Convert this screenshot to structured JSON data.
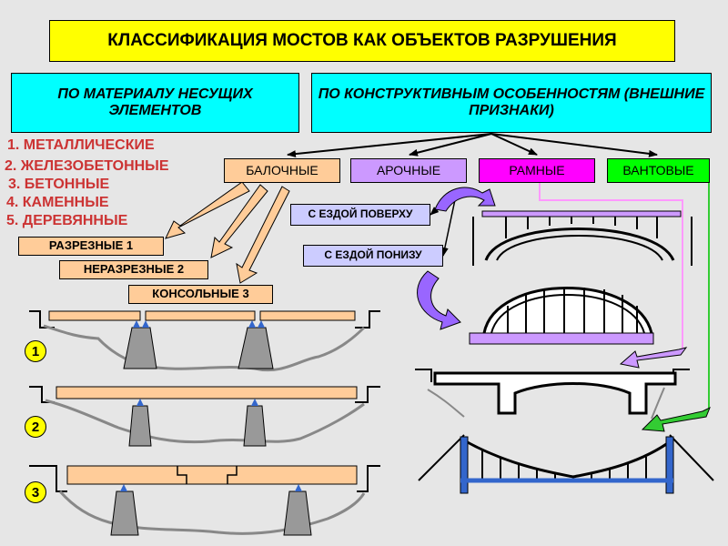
{
  "title": "КЛАССИФИКАЦИЯ МОСТОВ КАК ОБЪЕКТОВ РАЗРУШЕНИЯ",
  "by_material": {
    "header": "ПО МАТЕРИАЛУ  НЕСУЩИХ ЭЛЕМЕНТОВ",
    "items": [
      "1. МЕТАЛЛИЧЕСКИЕ",
      "2. ЖЕЛЕЗОБЕТОННЫЕ",
      "3. БЕТОННЫЕ",
      "4. КАМЕННЫЕ",
      "5. ДЕРЕВЯННЫЕ"
    ]
  },
  "by_structure": {
    "header": "ПО КОНСТРУКТИВНЫМ  ОСОБЕННОСТЯМ (ВНЕШНИЕ ПРИЗНАКИ)",
    "types": {
      "beam": "БАЛОЧНЫЕ",
      "arch": "АРОЧНЫЕ",
      "frame": "РАМНЫЕ",
      "cable": "ВАНТОВЫЕ"
    },
    "deck_position": {
      "top": "С ЕЗДОЙ ПОВЕРХУ",
      "bottom": "С ЕЗДОЙ ПОНИЗУ"
    },
    "beam_subtypes": [
      "РАЗРЕЗНЫЕ  1",
      "НЕРАЗРЕЗНЫЕ  2",
      "КОНСОЛЬНЫЕ  3"
    ]
  },
  "diagram_numbers": [
    "1",
    "2",
    "3"
  ],
  "colors": {
    "background": "#e6e6e6",
    "title": "#ffff00",
    "header": "#00ffff",
    "beam": "#ffcc99",
    "arch": "#cc99ff",
    "frame": "#ff00ff",
    "cable": "#00ff00",
    "deck_label": "#ccccff",
    "material_text": "#cc3333",
    "pier": "#999999",
    "cable_tower": "#3366cc"
  }
}
